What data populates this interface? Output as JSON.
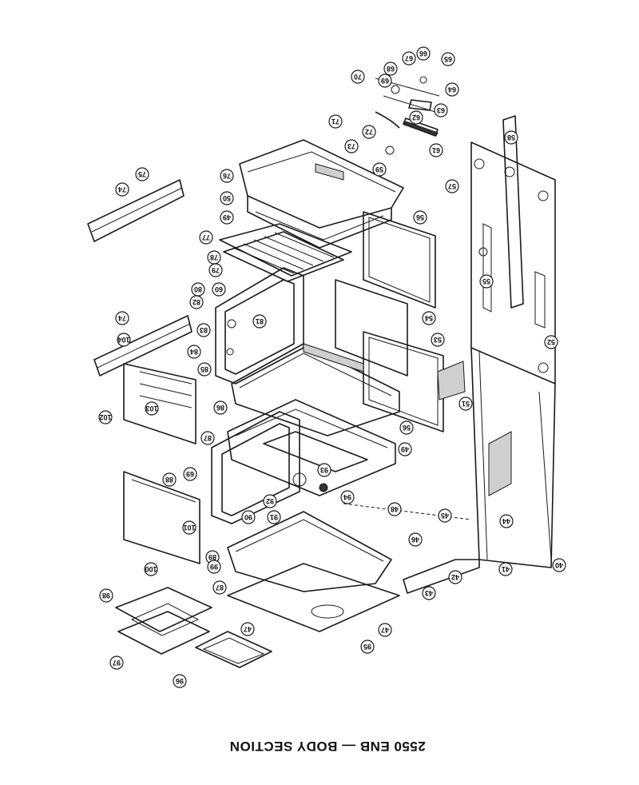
{
  "caption": "2550 ENB — BODY SECTION",
  "callouts": [
    "40",
    "41",
    "42",
    "43",
    "44",
    "45",
    "46",
    "47",
    "47",
    "48",
    "49",
    "49",
    "50",
    "51",
    "52",
    "53",
    "54",
    "55",
    "56",
    "56",
    "57",
    "58",
    "59",
    "60",
    "61",
    "62",
    "63",
    "64",
    "65",
    "66",
    "67",
    "68",
    "69",
    "69",
    "70",
    "71",
    "72",
    "73",
    "74",
    "74",
    "75",
    "76",
    "77",
    "78",
    "79",
    "80",
    "81",
    "82",
    "83",
    "84",
    "85",
    "86",
    "87",
    "87",
    "88",
    "89",
    "90",
    "91",
    "92",
    "93",
    "94",
    "95",
    "96",
    "97",
    "98",
    "99",
    "100",
    "101",
    "102",
    "103",
    "104"
  ]
}
